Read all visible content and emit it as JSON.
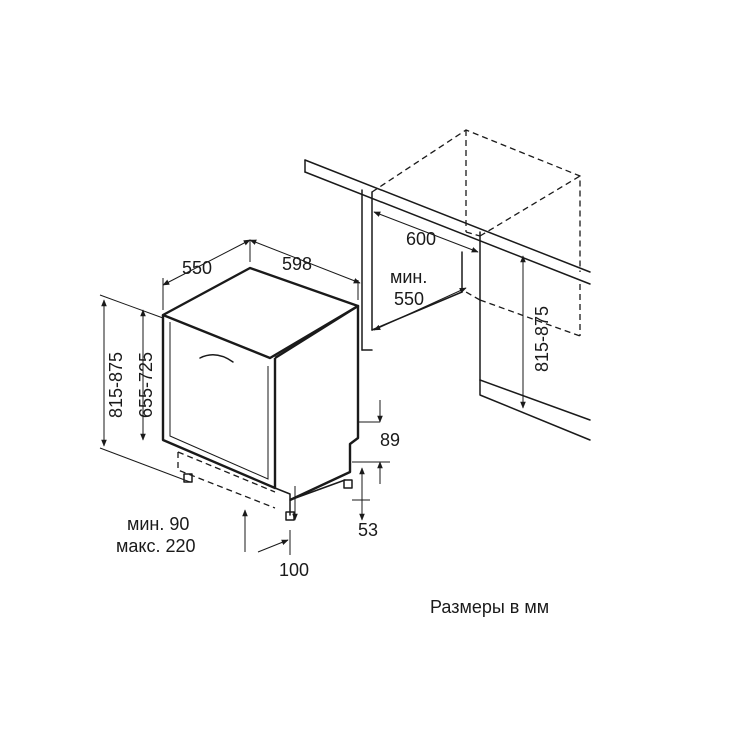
{
  "dimensions": {
    "depth": "550",
    "width": "598",
    "niche_width": "600",
    "niche_depth_line1": "мин.",
    "niche_depth_line2": "550",
    "niche_height": "815-875",
    "total_height": "815-875",
    "body_height": "655-725",
    "rear_height": "89",
    "rear_foot": "53",
    "plinth_line1": "мин. 90",
    "plinth_line2": "макс. 220",
    "plinth_depth": "100"
  },
  "caption": "Размеры в мм",
  "colors": {
    "line": "#1a1a1a",
    "background": "#ffffff"
  }
}
